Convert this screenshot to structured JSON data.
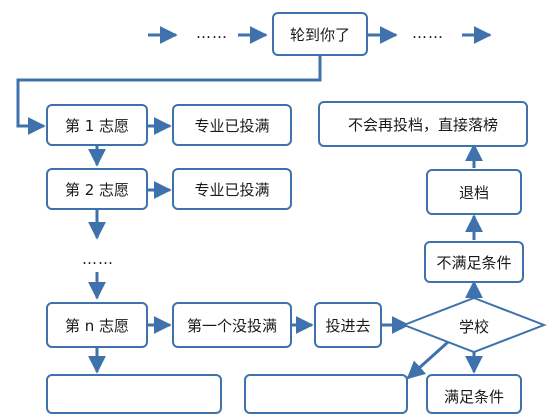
{
  "top": {
    "dots_left": "……",
    "turn": "轮到你了",
    "dots_right": "……"
  },
  "left_column": {
    "choice1": "第 1 志愿",
    "choice2": "第 2 志愿",
    "dots": "……",
    "choice_n": "第 n 志愿"
  },
  "middle_column": {
    "full1": "专业已投满",
    "full2": "专业已投满",
    "first_not_full": "第一个没投满",
    "submit": "投进去"
  },
  "right_column": {
    "no_more": "不会再投档，直接落榜",
    "return_file": "退档",
    "not_meet": "不满足条件",
    "school": "学校",
    "meet": "满足条件"
  },
  "colors": {
    "border": "#3f72ad",
    "arrow": "#3f72ad"
  }
}
